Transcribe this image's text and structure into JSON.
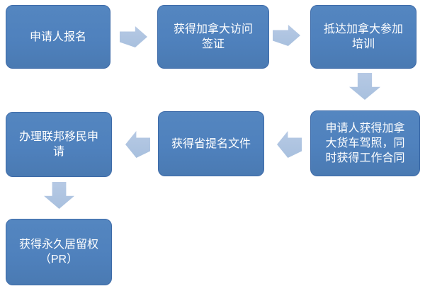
{
  "figure": {
    "type": "flowchart",
    "language": "zh-CN",
    "description_of_flow": "Canada truck-driver immigration application process"
  },
  "colors": {
    "page_bg": "#ffffff",
    "box_fill": "#4f81bd",
    "box_fill_top": "#5486c0",
    "box_fill_bottom": "#4a7ab2",
    "box_border": "#3e6ba8",
    "box_text": "#ffffff",
    "arrow_fill": "#a8c0de",
    "arrow_fill_top": "#b6c9e4"
  },
  "steps": [
    {
      "id": 1,
      "label": "申请人报名"
    },
    {
      "id": 2,
      "label": "获得加拿大访问\n签证"
    },
    {
      "id": 3,
      "label": "抵达加拿大参加\n培训"
    },
    {
      "id": 4,
      "label": "申请人获得加拿\n大货车驾照，同\n时获得工作合同"
    },
    {
      "id": 5,
      "label": "获得省提名文件"
    },
    {
      "id": 6,
      "label": "办理联邦移民申\n请"
    },
    {
      "id": 7,
      "label": "获得永久居留权\n（PR）"
    }
  ],
  "connectors": [
    {
      "from": 1,
      "to": 2,
      "direction": "right"
    },
    {
      "from": 2,
      "to": 3,
      "direction": "right"
    },
    {
      "from": 3,
      "to": 4,
      "direction": "down"
    },
    {
      "from": 4,
      "to": 5,
      "direction": "left"
    },
    {
      "from": 5,
      "to": 6,
      "direction": "left"
    },
    {
      "from": 6,
      "to": 7,
      "direction": "down"
    }
  ]
}
